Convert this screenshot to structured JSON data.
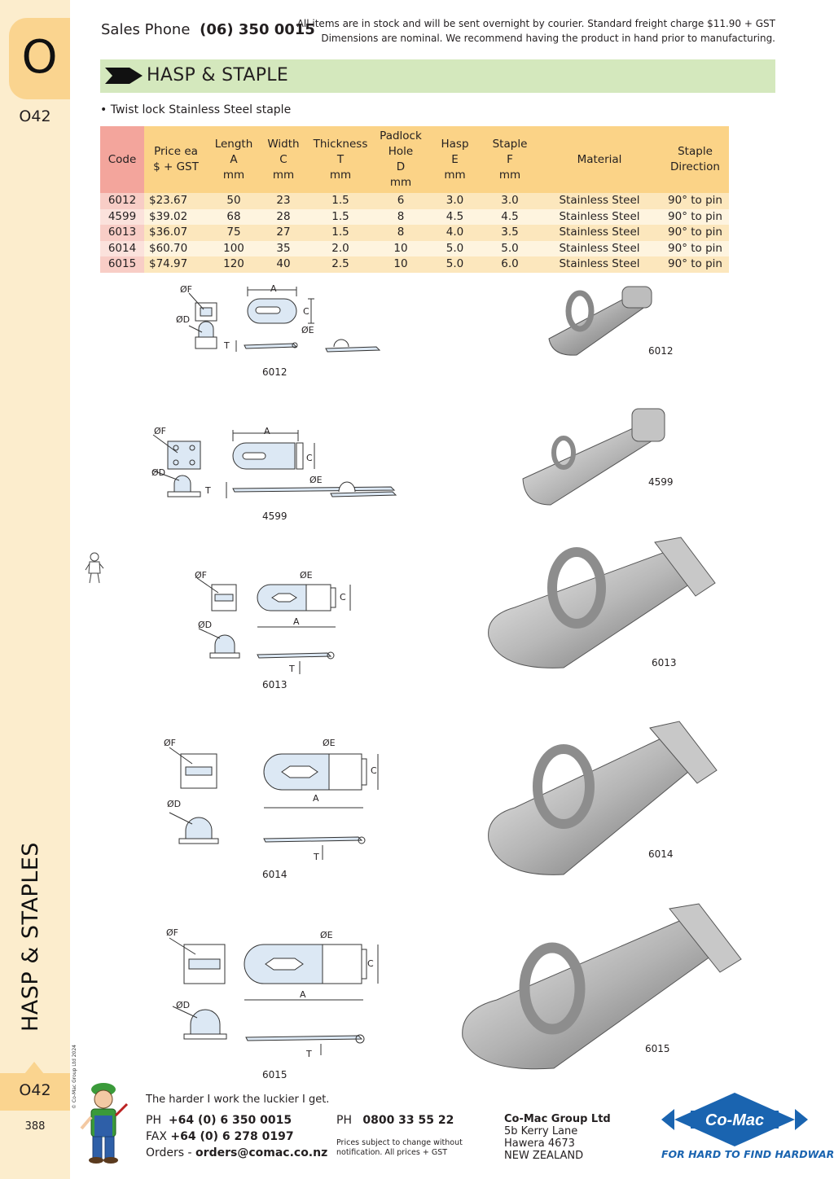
{
  "section": {
    "letter": "O",
    "page_code": "O42",
    "page_number": "388",
    "side_title": "HASP & STAPLES",
    "copyright": "© Co-Mac Group Ltd 2024"
  },
  "header": {
    "sales_label": "Sales Phone",
    "sales_phone": "(06) 350 0015",
    "notice_line1": "All items are in stock and will be sent overnight by courier. Standard freight charge $11.90 + GST",
    "notice_line2": "Dimensions are nominal. We recommend having the product in hand prior to manufacturing."
  },
  "product": {
    "title": "HASP & STAPLE",
    "bullet": "• Twist lock Stainless Steel staple"
  },
  "table": {
    "headers": [
      [
        "Code"
      ],
      [
        "Price ea",
        "$ + GST"
      ],
      [
        "Length",
        "A",
        "mm"
      ],
      [
        "Width",
        "C",
        "mm"
      ],
      [
        "Thickness",
        "T",
        "mm"
      ],
      [
        "Padlock",
        "Hole",
        "D",
        "mm"
      ],
      [
        "Hasp",
        "E",
        "mm"
      ],
      [
        "Staple",
        "F",
        "mm"
      ],
      [
        "Material"
      ],
      [
        "Staple",
        "Direction"
      ]
    ],
    "rows": [
      [
        "6012",
        "$23.67",
        "50",
        "23",
        "1.5",
        "6",
        "3.0",
        "3.0",
        "Stainless Steel",
        "90° to pin"
      ],
      [
        "4599",
        "$39.02",
        "68",
        "28",
        "1.5",
        "8",
        "4.5",
        "4.5",
        "Stainless Steel",
        "90° to pin"
      ],
      [
        "6013",
        "$36.07",
        "75",
        "27",
        "1.5",
        "8",
        "4.0",
        "3.5",
        "Stainless Steel",
        "90° to pin"
      ],
      [
        "6014",
        "$60.70",
        "100",
        "35",
        "2.0",
        "10",
        "5.0",
        "5.0",
        "Stainless Steel",
        "90° to pin"
      ],
      [
        "6015",
        "$74.97",
        "120",
        "40",
        "2.5",
        "10",
        "5.0",
        "6.0",
        "Stainless Steel",
        "90° to pin"
      ]
    ]
  },
  "diagram_labels": {
    "f": "ØF",
    "d": "ØD",
    "e": "ØE",
    "a": "A",
    "c": "C",
    "t": "T"
  },
  "products": [
    "6012",
    "4599",
    "6013",
    "6014",
    "6015"
  ],
  "footer": {
    "motto": "The harder I work the luckier I get.",
    "ph_label": "PH",
    "ph": "+64 (0) 6 350 0015",
    "fax_label": "FAX",
    "fax": "+64 (0) 6 278 0197",
    "orders_label": "Orders -",
    "orders_email": "orders@comac.co.nz",
    "ph2_label": "PH",
    "ph2": "0800 33 55 22",
    "small_note": "Prices subject to change without notification. All prices + GST",
    "company": "Co-Mac Group Ltd",
    "addr1": "5b Kerry Lane",
    "addr2": "Hawera 4673",
    "addr3": "NEW ZEALAND",
    "logo_text": "Co-Mac",
    "tagline": "FOR HARD TO FIND HARDWARE"
  },
  "colors": {
    "side_panel": "#fcedcd",
    "tab": "#fad48f",
    "title_bar": "#d4e8bd",
    "code_column": "#f3a59c",
    "header_orange": "#fbd387",
    "brand_blue": "#1a64b0"
  }
}
